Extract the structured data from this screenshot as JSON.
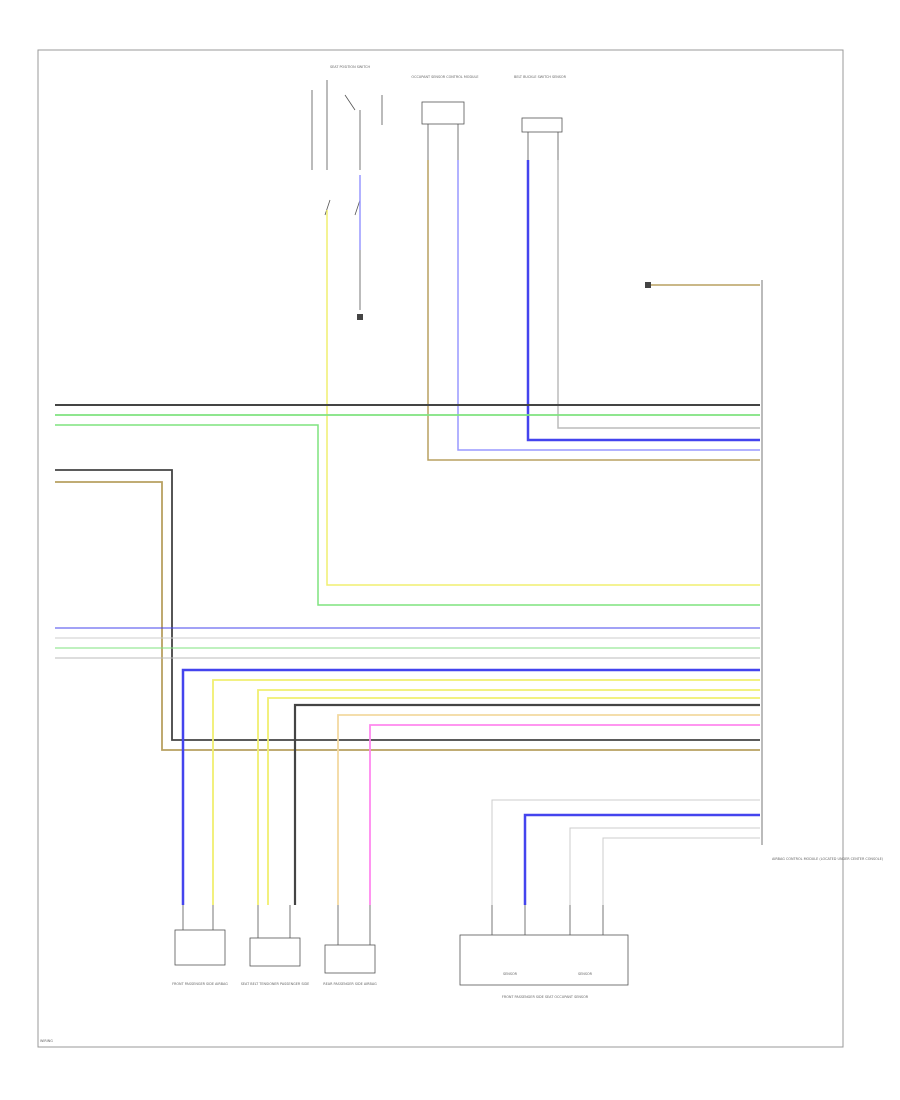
{
  "palette": {
    "grn": "#7fe37f",
    "blu": "#4444ee",
    "yel": "#f0ef70",
    "blk": "#444444",
    "gry": "#bbbbbb",
    "brn": "#b8a060",
    "wht": "#dddddd",
    "pnk": "#ff88ee",
    "ltblu": "#9999ff",
    "ltyel": "#f3d9a0"
  },
  "components": {
    "switch_top": {
      "label": "SEAT POSITION SWITCH"
    },
    "sensor_a": {
      "label": "OCCUPANT SENSOR CONTROL MODULE"
    },
    "sensor_b": {
      "label": "BELT BUCKLE SWITCH SENSOR"
    },
    "main_module": {
      "label": "AIRBAG CONTROL MODULE (LOCATED UNDER CENTER CONSOLE)"
    },
    "bottom_left": {
      "label": "FRONT PASSENGER SIDE AIRBAG"
    },
    "bottom_mid": {
      "label": "SEAT BELT TENSIONER PASSENGER SIDE"
    },
    "bottom_right": {
      "label": "REAR PASSENGER SIDE AIRBAG"
    },
    "bottom_box": {
      "label": "FRONT PASSENGER SIDE SEAT OCCUPANT SENSOR"
    },
    "sensor_left": {
      "label": "SENSOR"
    },
    "sensor_right": {
      "label": "SENSOR"
    }
  },
  "footer_id": "WIRING"
}
